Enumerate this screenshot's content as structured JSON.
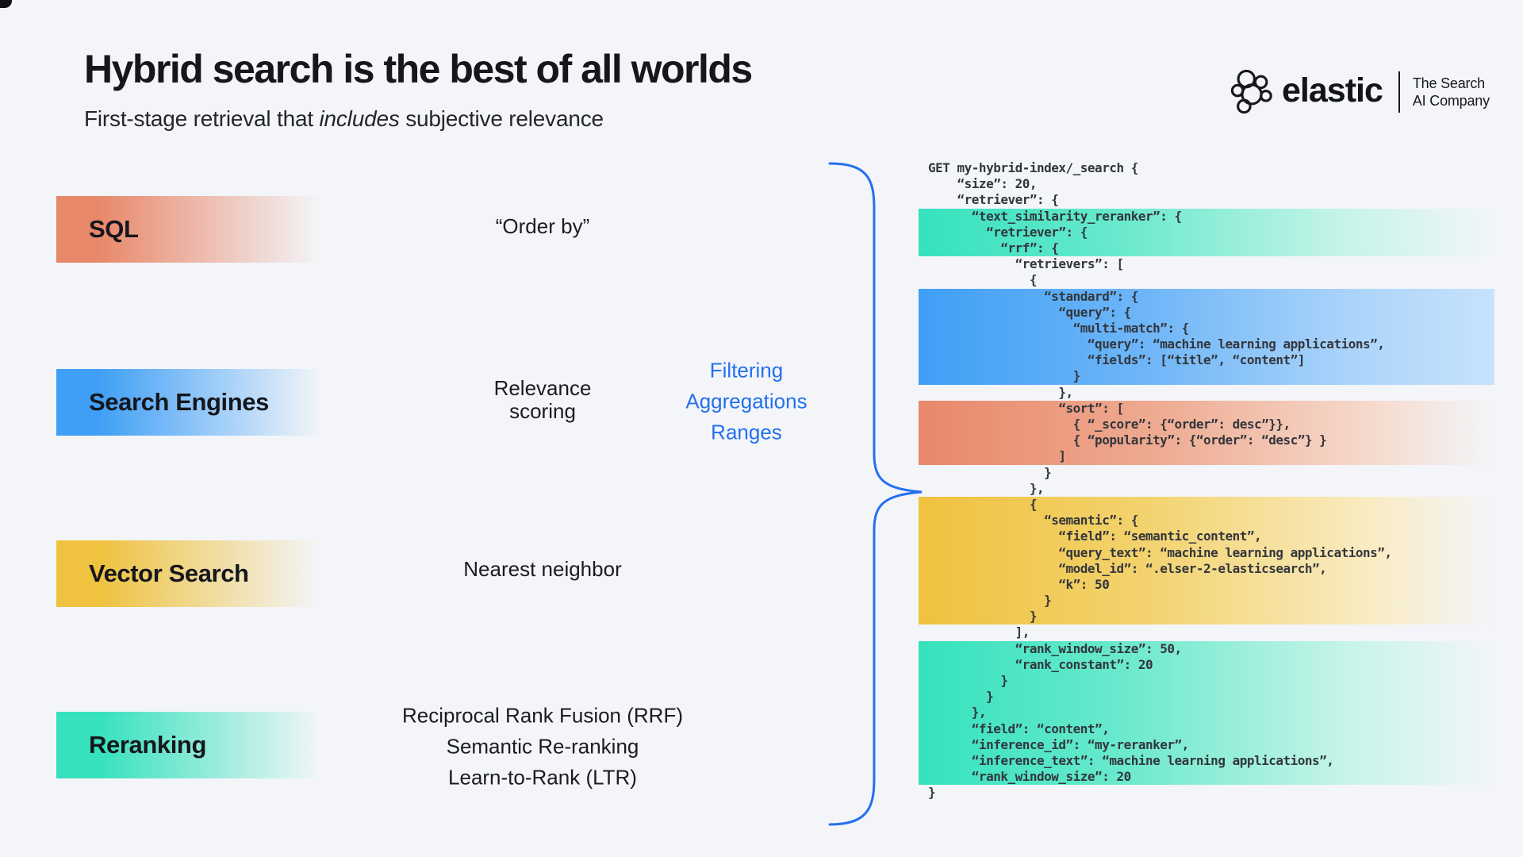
{
  "slide": {
    "title": "Hybrid search is the best of all worlds",
    "subtitle_prefix": "First-stage retrieval that ",
    "subtitle_italic": "includes",
    "subtitle_suffix": " subjective relevance"
  },
  "logo": {
    "wordmark": "elastic",
    "tagline_line1": "The Search",
    "tagline_line2": "AI Company",
    "icon": "elastic-cluster-icon"
  },
  "accent_blue": "#2470EE",
  "rows": [
    {
      "label": "SQL",
      "color": "#E8886B",
      "description_lines": [
        "“Order by”"
      ]
    },
    {
      "label": "Search Engines",
      "color": "#3F9FF6",
      "description_lines": [
        "Relevance",
        "scoring"
      ]
    },
    {
      "label": "Vector Search",
      "color": "#EFC23F",
      "description_lines": [
        "Nearest neighbor"
      ]
    },
    {
      "label": "Reranking",
      "color": "#35E2BD",
      "description_lines": [
        "Reciprocal Rank Fusion (RRF)",
        "Semantic Re-ranking",
        "Learn-to-Rank (LTR)"
      ]
    }
  ],
  "side_note": {
    "lines": [
      "Filtering",
      "Aggregations",
      "Ranges"
    ],
    "color": "#2470EE"
  },
  "code": {
    "highlight_colors": {
      "teal": "#35E2BD",
      "blue": "#3F9FF6",
      "red": "#E8886B",
      "yellow": "#EFC23F"
    },
    "lines": [
      {
        "text": "GET my-hybrid-index/_search {",
        "hl": null
      },
      {
        "text": "    “size”: 20,",
        "hl": null
      },
      {
        "text": "    “retriever”: {",
        "hl": null
      },
      {
        "text": "      “text_similarity_reranker”: {",
        "hl": "teal"
      },
      {
        "text": "        “retriever”: {",
        "hl": "teal"
      },
      {
        "text": "          “rrf”: {",
        "hl": "teal"
      },
      {
        "text": "            “retrievers”: [",
        "hl": null
      },
      {
        "text": "              {",
        "hl": null
      },
      {
        "text": "                “standard”: {",
        "hl": "blue"
      },
      {
        "text": "                  “query”: {",
        "hl": "blue"
      },
      {
        "text": "                    “multi-match”: {",
        "hl": "blue"
      },
      {
        "text": "                      “query”: “machine learning applications”,",
        "hl": "blue"
      },
      {
        "text": "                      “fields”: [“title”, “content”]",
        "hl": "blue"
      },
      {
        "text": "                    }",
        "hl": "blue"
      },
      {
        "text": "                  },",
        "hl": null
      },
      {
        "text": "                  “sort”: [",
        "hl": "red"
      },
      {
        "text": "                    { “_score”: {“order”: desc”}},",
        "hl": "red"
      },
      {
        "text": "                    { “popularity”: {“order”: “desc”} }",
        "hl": "red"
      },
      {
        "text": "                  ]",
        "hl": "red"
      },
      {
        "text": "                }",
        "hl": null
      },
      {
        "text": "              },",
        "hl": null
      },
      {
        "text": "              {",
        "hl": "yellow"
      },
      {
        "text": "                “semantic”: {",
        "hl": "yellow"
      },
      {
        "text": "                  “field”: “semantic_content”,",
        "hl": "yellow"
      },
      {
        "text": "                  “query_text”: “machine learning applications”,",
        "hl": "yellow"
      },
      {
        "text": "                  “model_id”: “.elser-2-elasticsearch”,",
        "hl": "yellow"
      },
      {
        "text": "                  “k”: 50",
        "hl": "yellow"
      },
      {
        "text": "                }",
        "hl": "yellow"
      },
      {
        "text": "              }",
        "hl": "yellow"
      },
      {
        "text": "            ],",
        "hl": null
      },
      {
        "text": "            “rank_window_size”: 50,",
        "hl": "teal"
      },
      {
        "text": "            “rank_constant”: 20",
        "hl": "teal"
      },
      {
        "text": "          }",
        "hl": "teal"
      },
      {
        "text": "        }",
        "hl": "teal"
      },
      {
        "text": "      },",
        "hl": "teal"
      },
      {
        "text": "      “field”: “content”,",
        "hl": "teal"
      },
      {
        "text": "      “inference_id”: “my-reranker”,",
        "hl": "teal"
      },
      {
        "text": "      “inference_text”: “machine learning applications”,",
        "hl": "teal"
      },
      {
        "text": "      “rank_window_size”: 20",
        "hl": "teal"
      },
      {
        "text": "}",
        "hl": null
      }
    ]
  }
}
